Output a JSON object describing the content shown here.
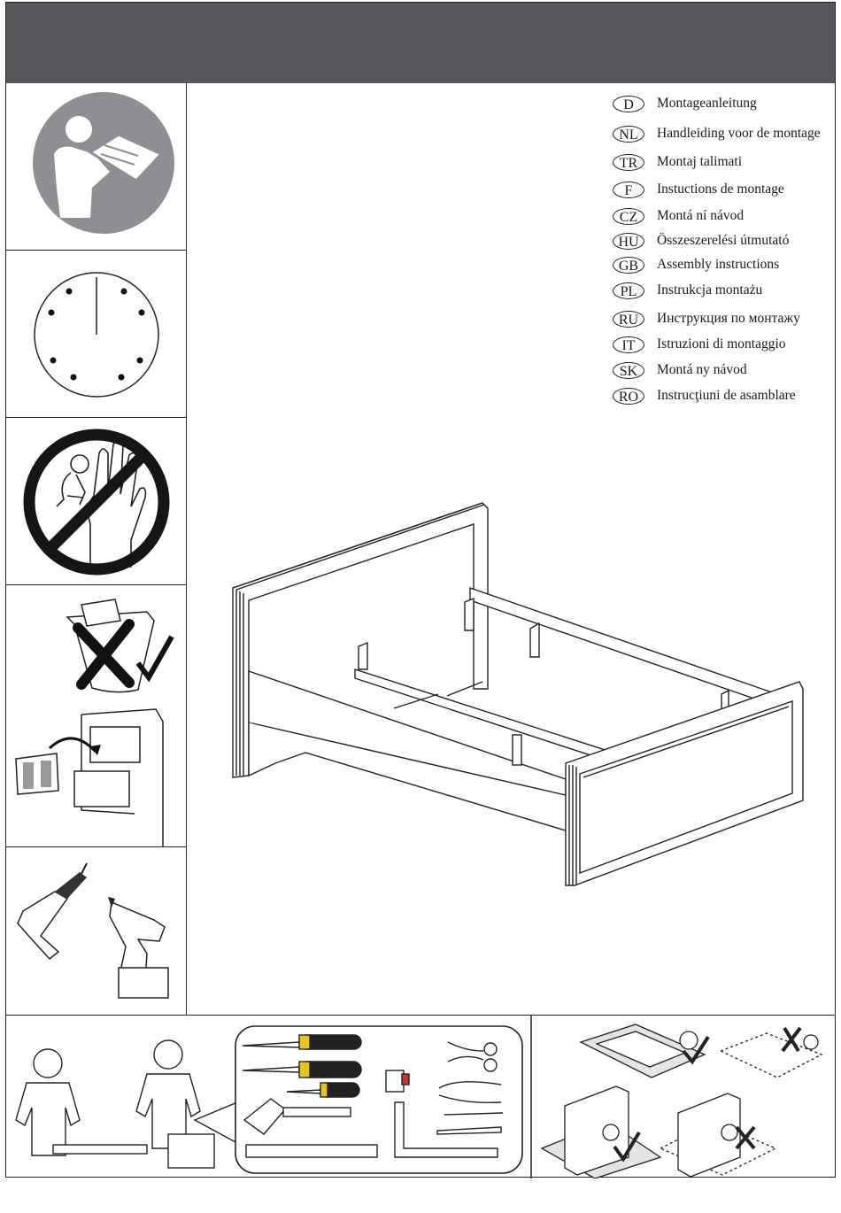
{
  "header": {
    "title": ""
  },
  "languages": [
    {
      "code": "D",
      "name": "Montageanleitung"
    },
    {
      "code": "NL",
      "name": "Handleiding voor de montage"
    },
    {
      "code": "TR",
      "name": "Montaj  talimati"
    },
    {
      "code": "F",
      "name": "Instuctions de montage"
    },
    {
      "code": "CZ",
      "name": "Montá  ní návod"
    },
    {
      "code": "HU",
      "name": "Összeszerelési útmutató"
    },
    {
      "code": "GB",
      "name": "Assembly instructions"
    },
    {
      "code": "PL",
      "name": "Instrukcja montażu"
    },
    {
      "code": "RU",
      "name": "Инструкция по монтажу"
    },
    {
      "code": "IT",
      "name": "Istruzioni di montaggio"
    },
    {
      "code": "SK",
      "name": "Montá  ny návod"
    },
    {
      "code": "RO",
      "name": "Instrucţiuni de asamblare"
    }
  ],
  "icons": {
    "read_manual": "read-manual-icon",
    "time": "clock-icon",
    "no_children": "no-children-icon",
    "keep_manual": "keep-manual-icon",
    "tools_power": "drill-icon",
    "two_person": "two-person-icon",
    "tools_needed": "toolbox-icon",
    "floor_protection": "floor-protection-icon"
  },
  "colors": {
    "header": "#56575a",
    "pictogram_grey": "#8e8f92"
  }
}
